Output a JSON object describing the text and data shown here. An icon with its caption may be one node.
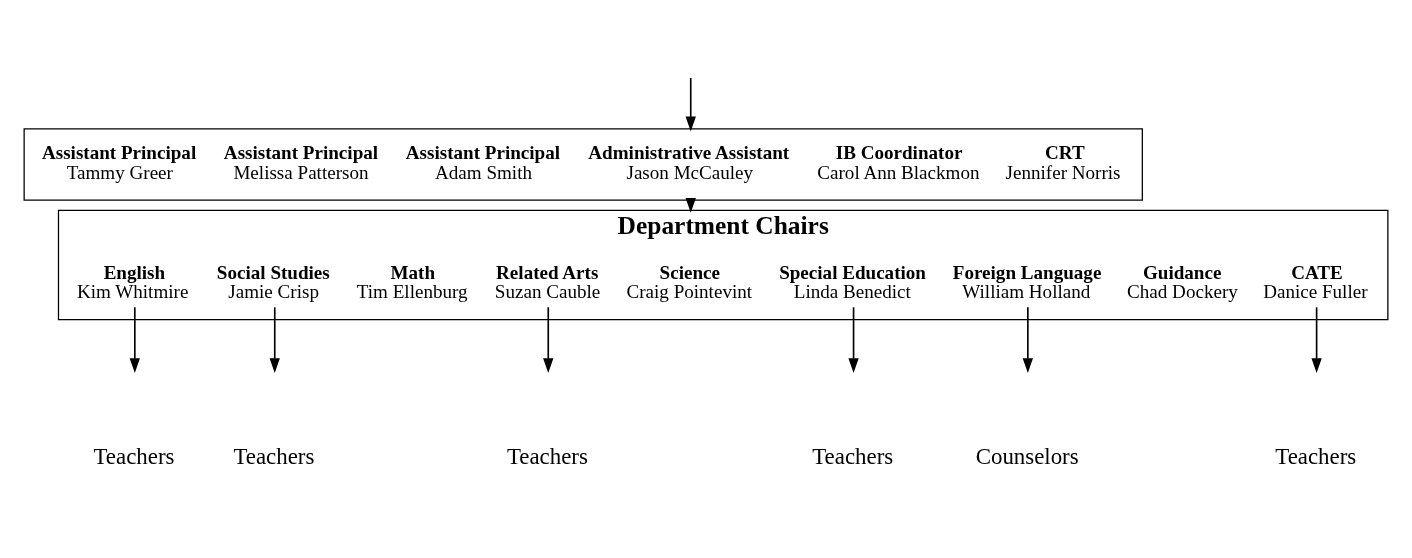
{
  "diagram": {
    "nodes": [
      {
        "text": [],
        "shape": "box"
      },
      {
        "text": [
          "Assistant Principal",
          "Tammy Greer"
        ],
        "in": 0
      },
      {
        "text": [
          "Assistant Principal",
          "Melissa Patterson"
        ],
        "in": 0
      },
      {
        "text": [
          "Assistant Principal",
          "Adam Smith"
        ],
        "in": 0
      },
      {
        "text": [
          "Administrative Assistant",
          "Jason McCauley"
        ],
        "in": 0
      },
      {
        "text": [
          "IB Coordinator",
          "Carol Ann Blackmon"
        ],
        "in": 0
      },
      {
        "text": [
          "CRT",
          "Jennifer Norris"
        ],
        "in": 0
      },
      {
        "text": [
          "Department Chairs"
        ]
      },
      {
        "text": [
          "English",
          "Kim Whitmire"
        ],
        "in": 7
      },
      {
        "text": [
          "Social Studies",
          "Jamie Crisp"
        ],
        "in": 7
      },
      {
        "text": [
          "Math",
          "Tim Ellenburg"
        ],
        "in": 7
      },
      {
        "text": [
          "Related Arts",
          "Suzan Cauble"
        ],
        "in": 7
      },
      {
        "text": [
          "Science",
          "Craig Pointevint"
        ],
        "in": 7
      },
      {
        "text": [
          "Special Education",
          "Linda Benedict"
        ],
        "in": 7
      },
      {
        "text": [
          "Foreign Language",
          "William Holland"
        ],
        "in": 7
      },
      {
        "text": [
          "Guidance",
          "Chad Dockery"
        ],
        "in": 7
      },
      {
        "text": [
          "CATE",
          "Danice Fuller"
        ],
        "in": 7
      }
    ],
    "edges": [
      {
        "from": null,
        "to": 0,
        "arrow": "to"
      },
      {
        "from": 0,
        "to": 7,
        "arrow": "to"
      },
      {
        "from": 8,
        "to": null,
        "arrow": "to"
      },
      {
        "from": 9,
        "to": null,
        "arrow": "to"
      },
      {
        "from": 11,
        "to": null,
        "arrow": "to"
      },
      {
        "from": 13,
        "to": null,
        "arrow": "to"
      },
      {
        "from": 14,
        "to": null,
        "arrow": "to"
      },
      {
        "from": 16,
        "to": null,
        "arrow": "to"
      }
    ],
    "labels": [
      "Teachers",
      "Teachers",
      "Teachers",
      "Teachers",
      "Counselors",
      "Teachers"
    ]
  }
}
